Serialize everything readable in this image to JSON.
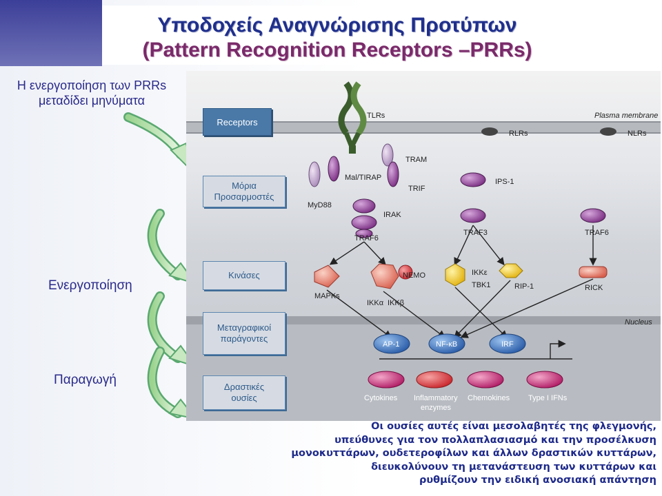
{
  "title": {
    "line1": "Υποδοχείς Αναγνώρισης Προτύπων",
    "line2": "(Pattern Recognition Receptors –PRRs)"
  },
  "side_labels": {
    "activation_line1": "Η ενεργοποίηση των PRRs",
    "activation_line2": "μεταδίδει μηνύματα",
    "energopoiisi": "Ενεργοποίηση",
    "paragogi": "Παραγωγή"
  },
  "panels": {
    "receptors": "Receptors",
    "adaptors_line1": "Μόρια",
    "adaptors_line2": "Προσαρμοστές",
    "kinases": "Κινάσες",
    "tf_line1": "Μεταγραφικοί",
    "tf_line2": "παράγοντες",
    "effectors_line1": "Δραστικές",
    "effectors_line2": "ουσίες"
  },
  "diagram_labels": {
    "tlrs": "TLRs",
    "plasma_membrane": "Plasma membrane",
    "rlrs": "RLRs",
    "nlrs": "NLRs",
    "tram": "TRAM",
    "mal_tirap": "Mal/TIRAP",
    "trif": "TRIF",
    "ips1": "IPS-1",
    "myd88": "MyD88",
    "irak": "IRAK",
    "traf6_a": "TRAF6",
    "traf3": "TRAF3",
    "traf6_b": "TRAF6",
    "nemo": "NEMO",
    "ikke": "IKKε",
    "tbk1": "TBK1",
    "rip1": "RIP-1",
    "rick": "RICK",
    "mapks": "MAPKs",
    "ikka": "IKKα",
    "ikkb": "IKKβ",
    "nucleus": "Nucleus",
    "ap1": "AP-1",
    "nfkb": "NF-κB",
    "irf": "IRF",
    "cytokines": "Cytokines",
    "inflammatory_line1": "Inflammatory",
    "inflammatory_line2": "enzymes",
    "chemokines": "Chemokines",
    "type1_ifns": "Type I IFNs"
  },
  "conclusion": {
    "line1": "Οι ουσίες αυτές είναι μεσολαβητές της φλεγμονής,",
    "line2": "υπεύθυνες για τον πολλαπλασιασμό και την προσέλκυση",
    "line3": "μονοκυττάρων, ουδετεροφίλων  και άλλων δραστικών κυττάρων,",
    "line4": "διευκολύνουν τη μετανάστευση των κυττάρων και",
    "line5": "ρυθμίζουν την ειδική ανοσιακή απάντηση"
  },
  "colors": {
    "title_blue": "#1f2f8c",
    "title_purple": "#7a2a6a",
    "panel_blue": "#4a79a8",
    "purple_protein": "#8a3d8f",
    "salmon_kinase": "#e07a6a",
    "tf_blue": "#3f6fb4",
    "effector_magenta": "#c22c7a"
  }
}
